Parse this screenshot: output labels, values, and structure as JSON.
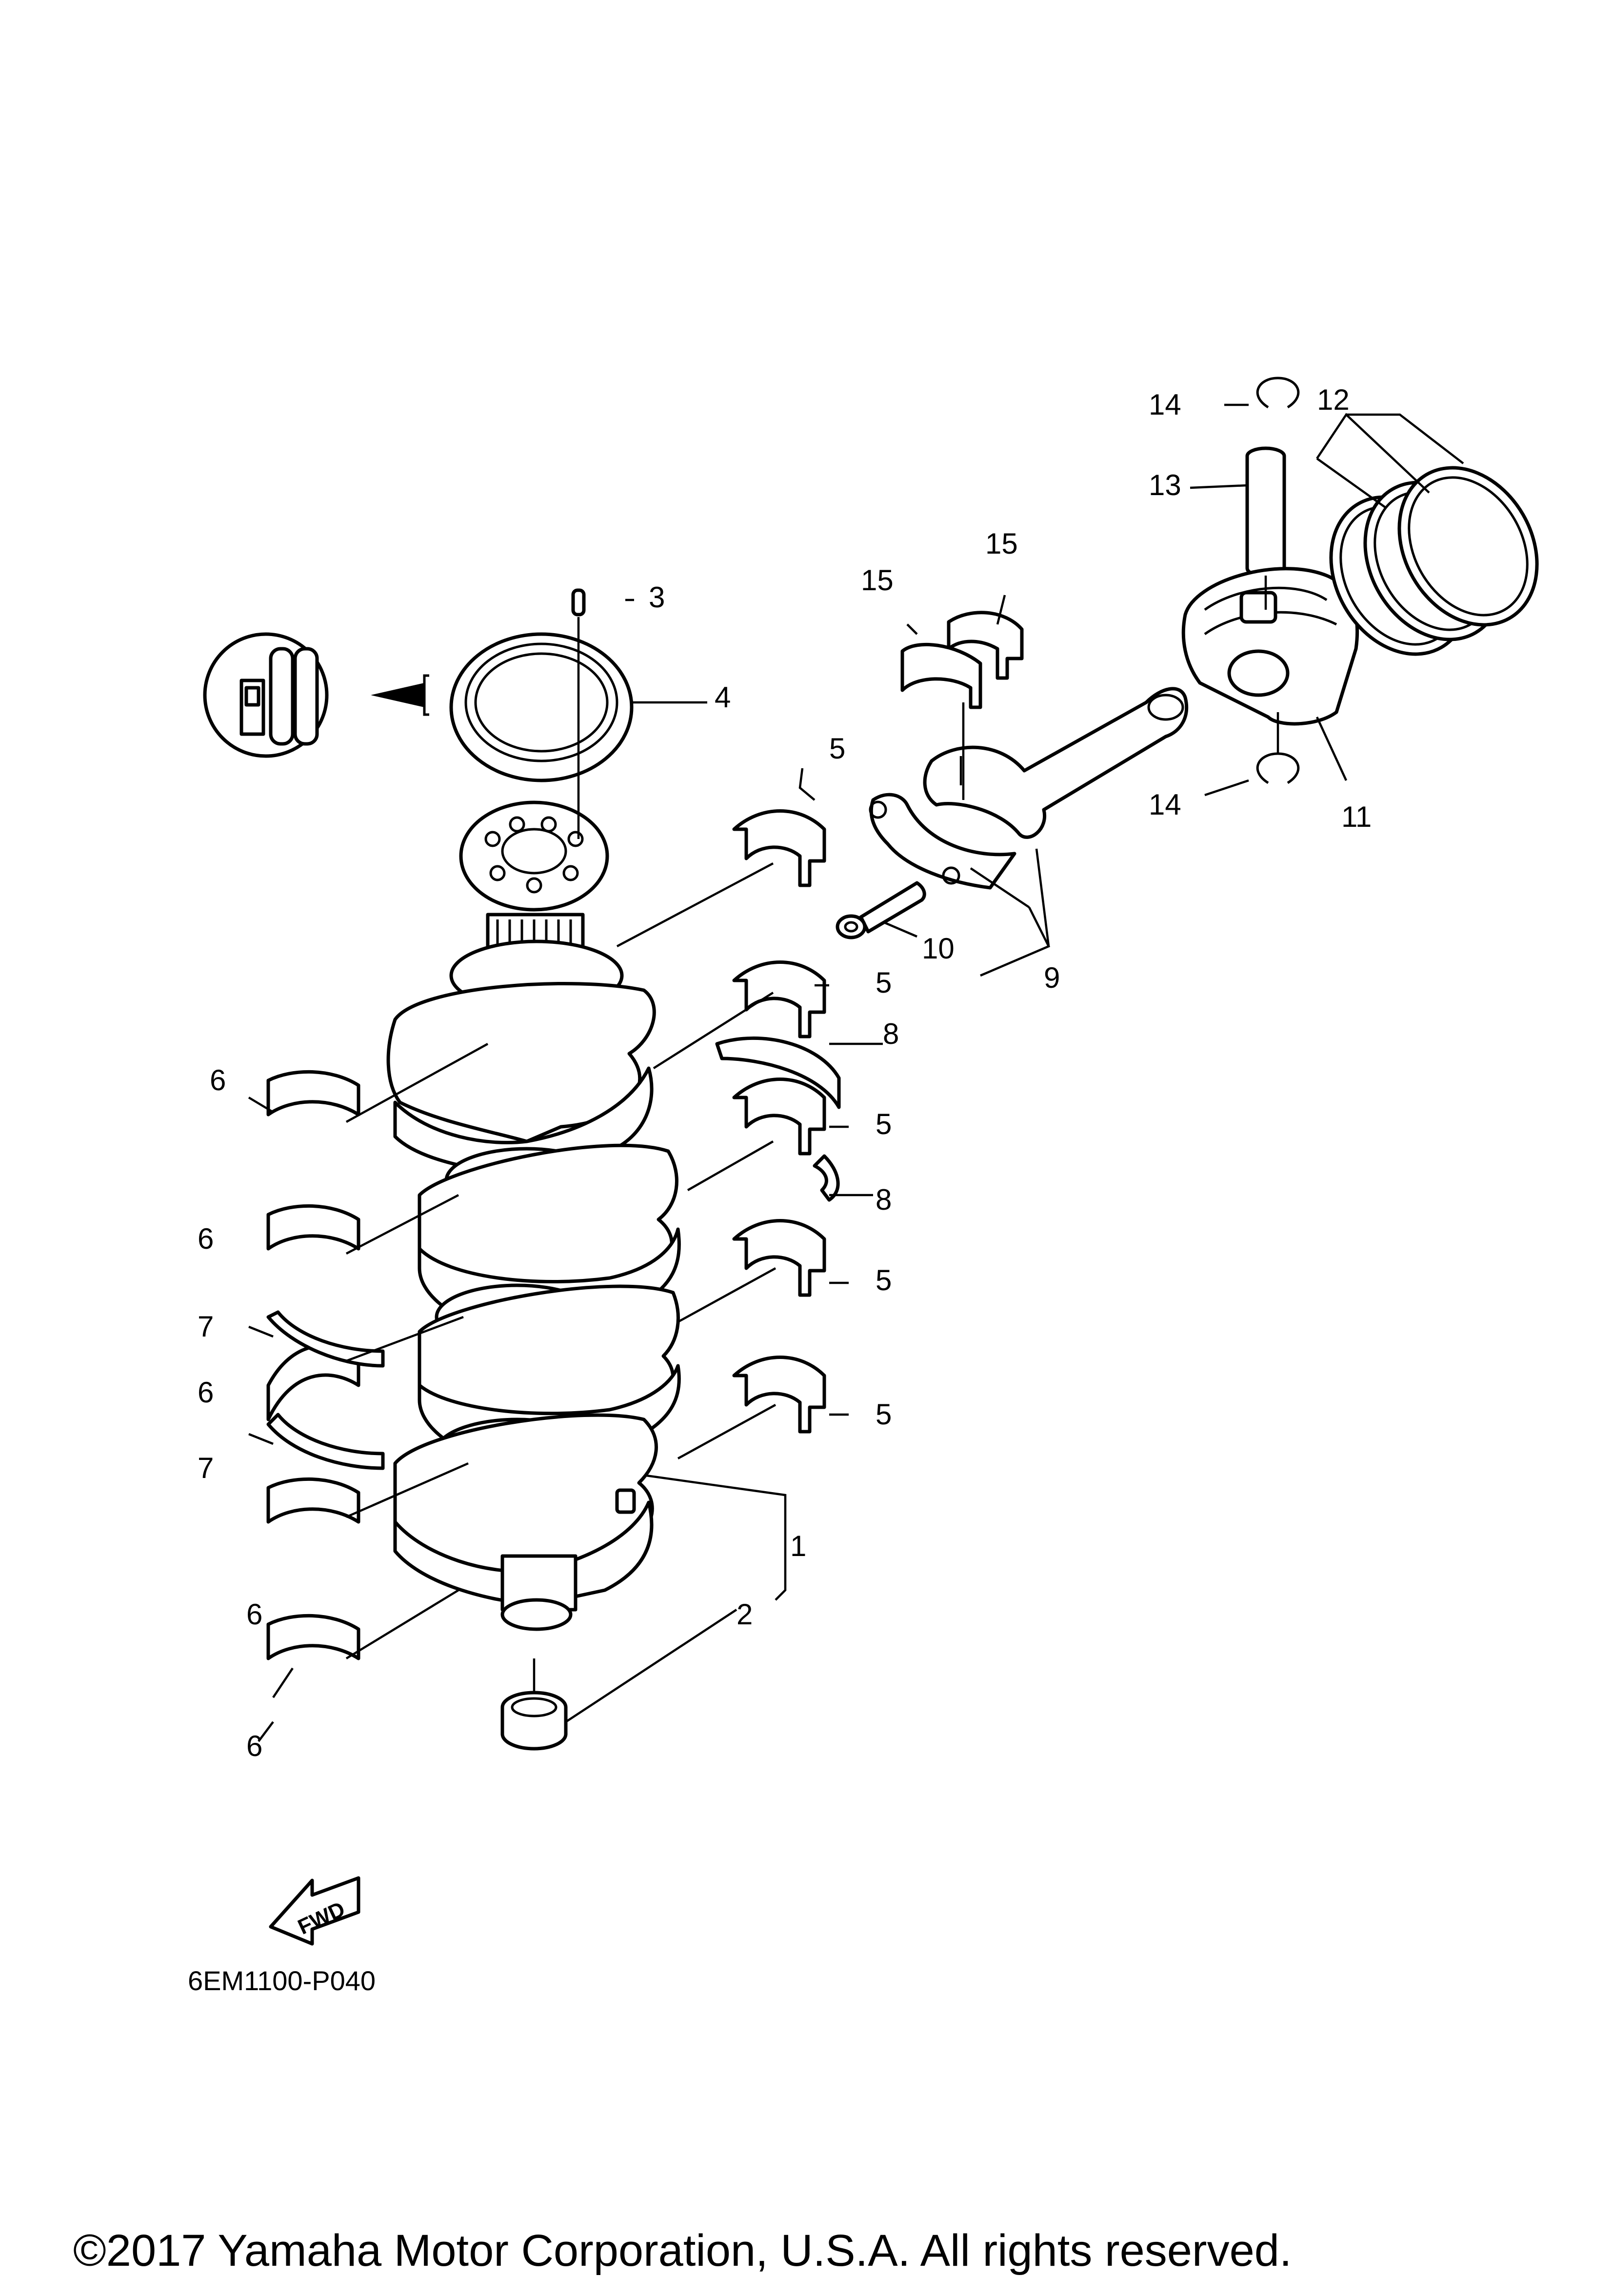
{
  "diagram_code": "6EM1100-P040",
  "copyright": "©2017 Yamaha Motor Corporation, U.S.A. All rights reserved.",
  "direction_label": "FWD",
  "callouts": [
    "1",
    "2",
    "3",
    "4",
    "5",
    "5",
    "5",
    "5",
    "5",
    "6",
    "6",
    "6",
    "6",
    "6",
    "7",
    "7",
    "8",
    "8",
    "9",
    "10",
    "11",
    "12",
    "13",
    "14",
    "14",
    "15",
    "15"
  ],
  "colors": {
    "line": "#000000",
    "background": "#ffffff"
  }
}
